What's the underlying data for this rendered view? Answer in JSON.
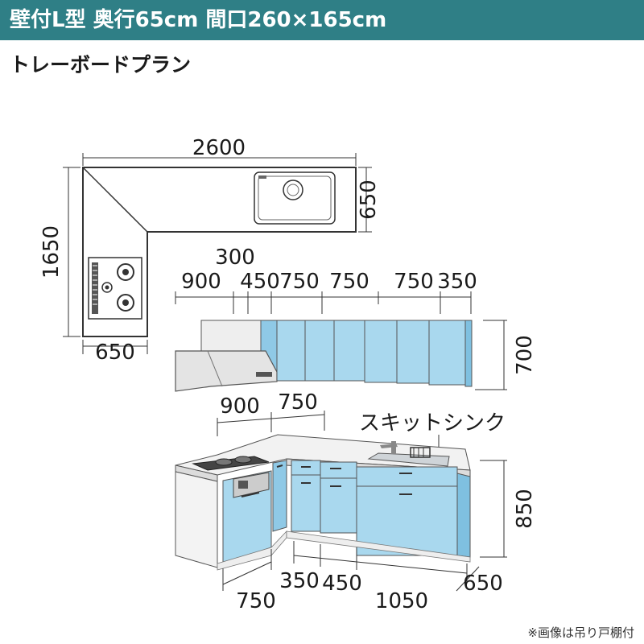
{
  "header": {
    "title": "壁付L型 奥行65cm 間口260×165cm",
    "bg_color": "#2f7f86"
  },
  "subtitle": "トレーボードプラン",
  "plan": {
    "width_top": "2600",
    "depth_right": "650",
    "height_left": "1650",
    "width_bottom": "650"
  },
  "wall_cabinets": {
    "dims": [
      "900",
      "300",
      "450",
      "750",
      "750",
      "750",
      "350"
    ],
    "height": "700"
  },
  "base_cabinets": {
    "top_dims": [
      "900",
      "750"
    ],
    "sink_label": "スキットシンク",
    "height": "850",
    "bottom_dims": [
      "750",
      "350",
      "450",
      "1050",
      "650"
    ]
  },
  "caption": "※画像は吊り戸棚付",
  "colors": {
    "cabinet_blue": "#a9d8ee",
    "cabinet_blue_dark": "#7fc0e0",
    "counter": "#f2f2f2",
    "line": "#333333"
  }
}
